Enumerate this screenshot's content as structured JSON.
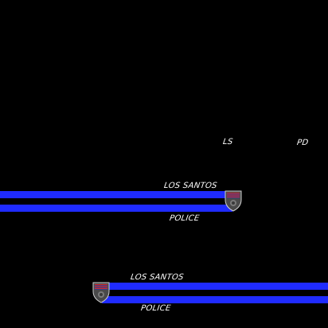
{
  "top_marks": {
    "left": "LS",
    "right": "PD"
  },
  "decal_1": {
    "top_text": "LOS SANTOS",
    "bottom_text": "POLICE",
    "emblem": "police-shield-icon"
  },
  "decal_2": {
    "top_text": "LOS SANTOS",
    "bottom_text": "POLICE",
    "emblem": "police-shield-icon"
  },
  "colors": {
    "background": "#000000",
    "stripe": "#1f2bff",
    "text": "#ffffff",
    "shield_flag_red": "#d22a2a",
    "shield_flag_blue": "#2f3f8f"
  }
}
